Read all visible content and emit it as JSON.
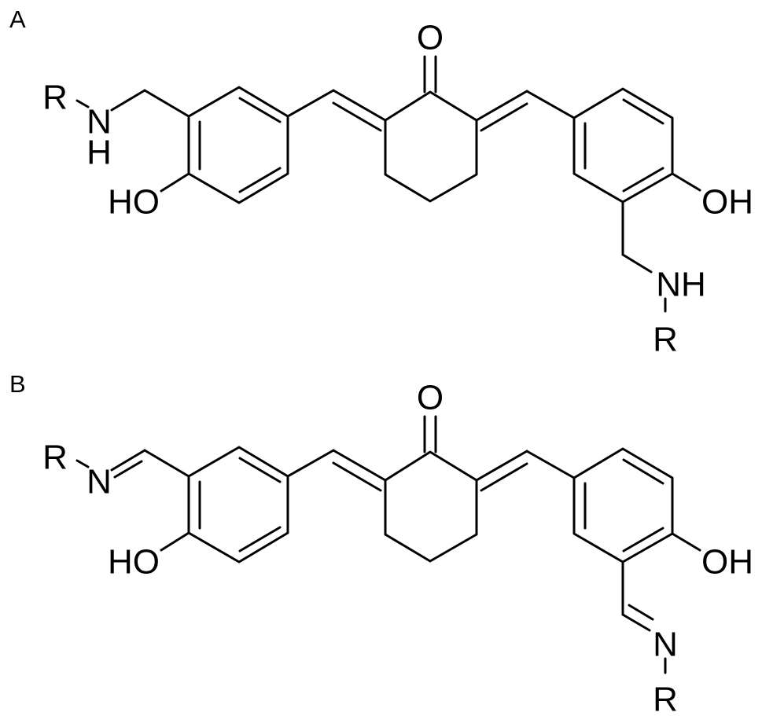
{
  "panels": [
    {
      "id": "A",
      "label": "A",
      "atoms": {
        "oxygen_ketone": "O",
        "hydroxyl_left": "HO",
        "hydroxyl_right": "OH",
        "r_left": "R",
        "n_left": "N",
        "h_left": "H",
        "nh_right": "NH",
        "r_right": "R"
      }
    },
    {
      "id": "B",
      "label": "B",
      "atoms": {
        "oxygen_ketone": "O",
        "hydroxyl_left": "HO",
        "hydroxyl_right": "OH",
        "r_left": "R",
        "n_left": "N",
        "n_right": "N",
        "r_right": "R"
      }
    }
  ]
}
